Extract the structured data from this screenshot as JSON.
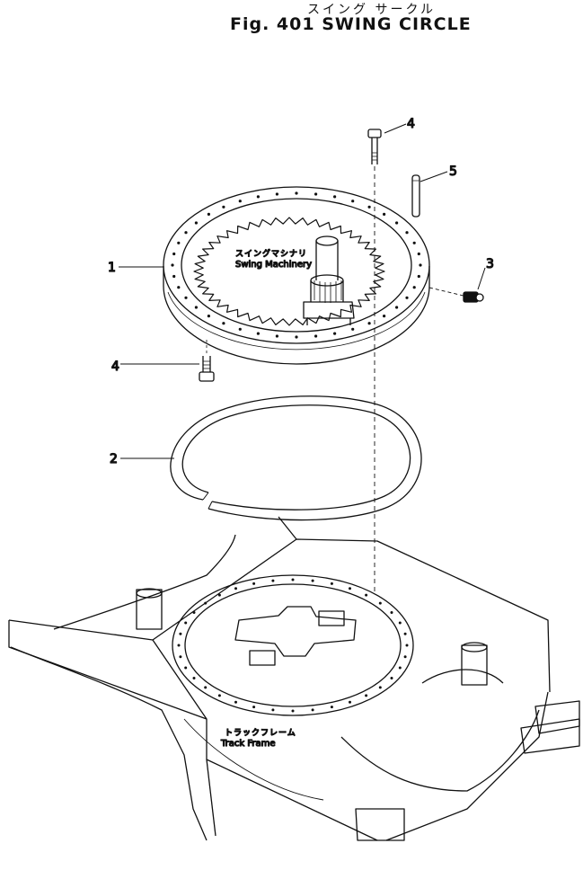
{
  "header": {
    "title_jp": "スイング サークル",
    "title_en": "Fig. 401 SWING CIRCLE"
  },
  "callouts": [
    "1",
    "2",
    "3",
    "4",
    "5",
    "4"
  ],
  "annotations": {
    "swing_machinery_jp": "スイングマシナリ",
    "swing_machinery_en": "Swing Machinery",
    "track_frame_jp": "トラックフレーム",
    "track_frame_en": "Track Frame"
  },
  "colors": {
    "ink": "#111111",
    "paper": "#ffffff"
  }
}
